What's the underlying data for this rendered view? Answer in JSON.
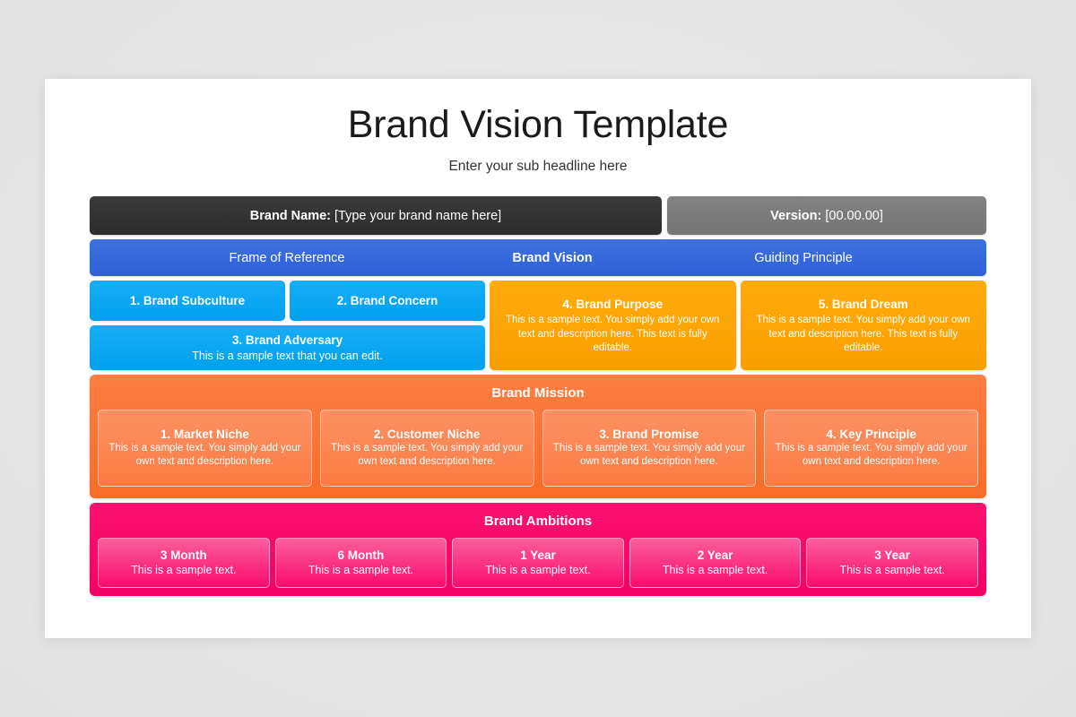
{
  "slide": {
    "title": "Brand Vision Template",
    "subtitle": "Enter your sub headline here"
  },
  "brand_bar": {
    "brand_name_label": "Brand Name:",
    "brand_name_value": "[Type your brand name here]",
    "version_label": "Version:",
    "version_value": "[00.00.00]"
  },
  "nav": {
    "frame_of_reference": "Frame of Reference",
    "brand_vision": "Brand Vision",
    "guiding_principle": "Guiding Principle"
  },
  "vision_cards": {
    "subculture": {
      "title": "1. Brand Subculture",
      "body": ""
    },
    "concern": {
      "title": "2. Brand Concern",
      "body": ""
    },
    "adversary": {
      "title": "3. Brand Adversary",
      "body": "This is a sample text that you can edit."
    },
    "purpose": {
      "title": "4. Brand Purpose",
      "body": "This is a sample text.  You simply add your own text and description here. This text is fully editable."
    },
    "dream": {
      "title": "5. Brand Dream",
      "body": "This is a sample text.  You simply add your own text and description here. This text is fully editable."
    }
  },
  "mission": {
    "heading": "Brand Mission",
    "cards": [
      {
        "title": "1. Market Niche",
        "body": "This is a sample text. You simply add your own text and description here."
      },
      {
        "title": "2. Customer Niche",
        "body": "This is a sample text. You simply add your own text and description here."
      },
      {
        "title": "3. Brand Promise",
        "body": "This is a sample text. You simply add your own text and description here."
      },
      {
        "title": "4. Key Principle",
        "body": "This is a sample text. You simply add your own text and description here."
      }
    ]
  },
  "ambitions": {
    "heading": "Brand Ambitions",
    "cards": [
      {
        "title": "3 Month",
        "body": "This is a sample text."
      },
      {
        "title": "6 Month",
        "body": "This is a sample text."
      },
      {
        "title": "1 Year",
        "body": "This is a sample text."
      },
      {
        "title": "2 Year",
        "body": "This is a sample text."
      },
      {
        "title": "3 Year",
        "body": "This is a sample text."
      }
    ]
  },
  "colors": {
    "background": "#e9e9e9",
    "slide": "#ffffff",
    "dark_bar": "#333333",
    "gray_bar": "#7b7b7b",
    "royal_blue": "#3568dc",
    "light_blue": "#06a5f0",
    "amber": "#ffa607",
    "orange": "#fa7436",
    "pink": "#f90f6b"
  }
}
